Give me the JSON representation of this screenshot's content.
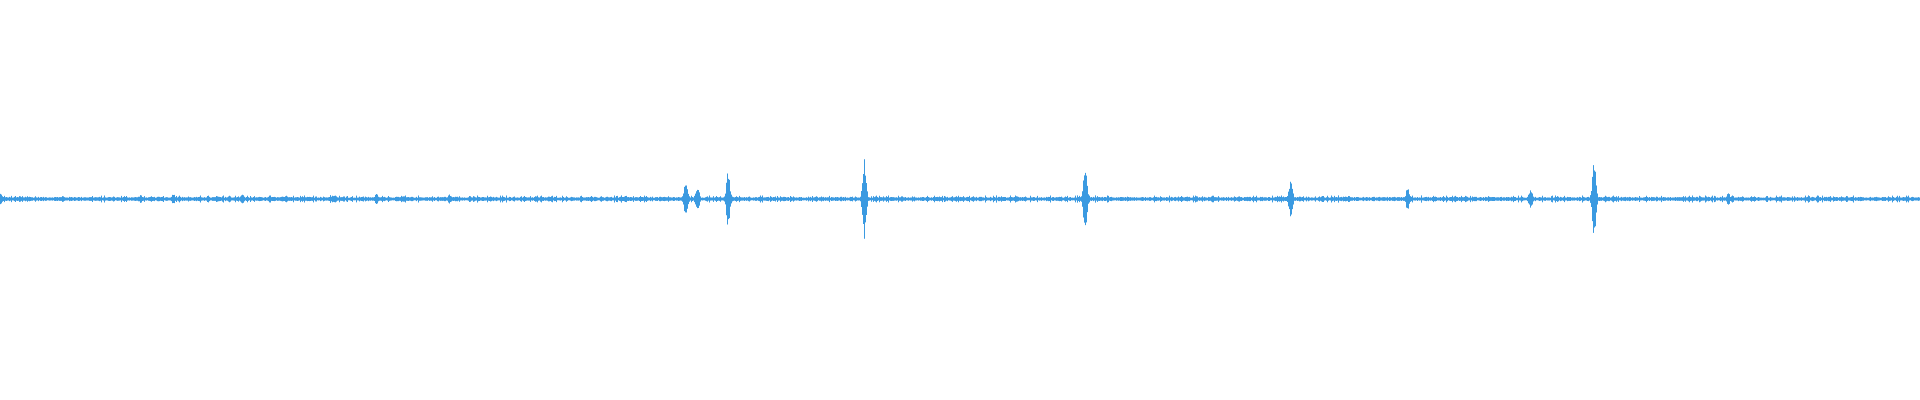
{
  "waveform": {
    "color": "#3b9ae1",
    "baseline_amplitude": 0.006,
    "noise_amplitude": 0.012,
    "sample_count": 1920,
    "bursts": [
      {
        "position": 0.0,
        "amplitude": 0.03
      },
      {
        "position": 0.073,
        "amplitude": 0.02
      },
      {
        "position": 0.09,
        "amplitude": 0.03
      },
      {
        "position": 0.126,
        "amplitude": 0.025
      },
      {
        "position": 0.149,
        "amplitude": 0.02
      },
      {
        "position": 0.172,
        "amplitude": 0.02
      },
      {
        "position": 0.196,
        "amplitude": 0.03
      },
      {
        "position": 0.234,
        "amplitude": 0.025
      },
      {
        "position": 0.357,
        "amplitude": 0.1
      },
      {
        "position": 0.363,
        "amplitude": 0.07
      },
      {
        "position": 0.379,
        "amplitude": 0.14
      },
      {
        "position": 0.45,
        "amplitude": 0.2
      },
      {
        "position": 0.565,
        "amplitude": 0.16
      },
      {
        "position": 0.672,
        "amplitude": 0.1
      },
      {
        "position": 0.733,
        "amplitude": 0.06
      },
      {
        "position": 0.797,
        "amplitude": 0.05
      },
      {
        "position": 0.83,
        "amplitude": 0.19
      },
      {
        "position": 0.9,
        "amplitude": 0.03
      }
    ]
  }
}
